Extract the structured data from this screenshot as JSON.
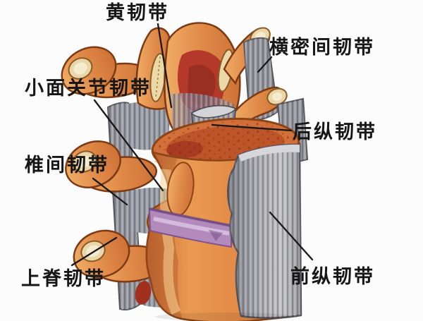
{
  "figure": {
    "type": "anatomical-diagram"
  },
  "annotations": [
    {
      "id": "ligamentum-flavum",
      "label": "黄韧带"
    },
    {
      "id": "intertransverse-ligament",
      "label": "横密间韧带"
    },
    {
      "id": "facet-joint-ligament",
      "label": "小面关节韧带"
    },
    {
      "id": "posterior-longitudinal-ligament",
      "label": "后纵韧带"
    },
    {
      "id": "interspinous-ligament",
      "label": "椎间韧带"
    },
    {
      "id": "supraspinous-ligament",
      "label": "上脊韧带"
    },
    {
      "id": "anterior-longitudinal-ligament",
      "label": "前纵韧带"
    }
  ],
  "colors": {
    "background": "#fcfcfc",
    "label_text": "#161616",
    "leader_line": "#181818",
    "bone_mid": "#e08a48",
    "bone_light": "#f4c07e",
    "bone_dark_outline": "#7c3a14",
    "bone_shadow": "#b95c2c",
    "facet_cream": "#e9d7a8",
    "ligament_gray": "#9a9aa2",
    "ligament_gray_light": "#d7d7db",
    "disc_purple": "#b28abc",
    "disc_purple_dark": "#7c5490",
    "cut_surface_red": "#b5392b",
    "spongy_bone": "#bd5529"
  }
}
